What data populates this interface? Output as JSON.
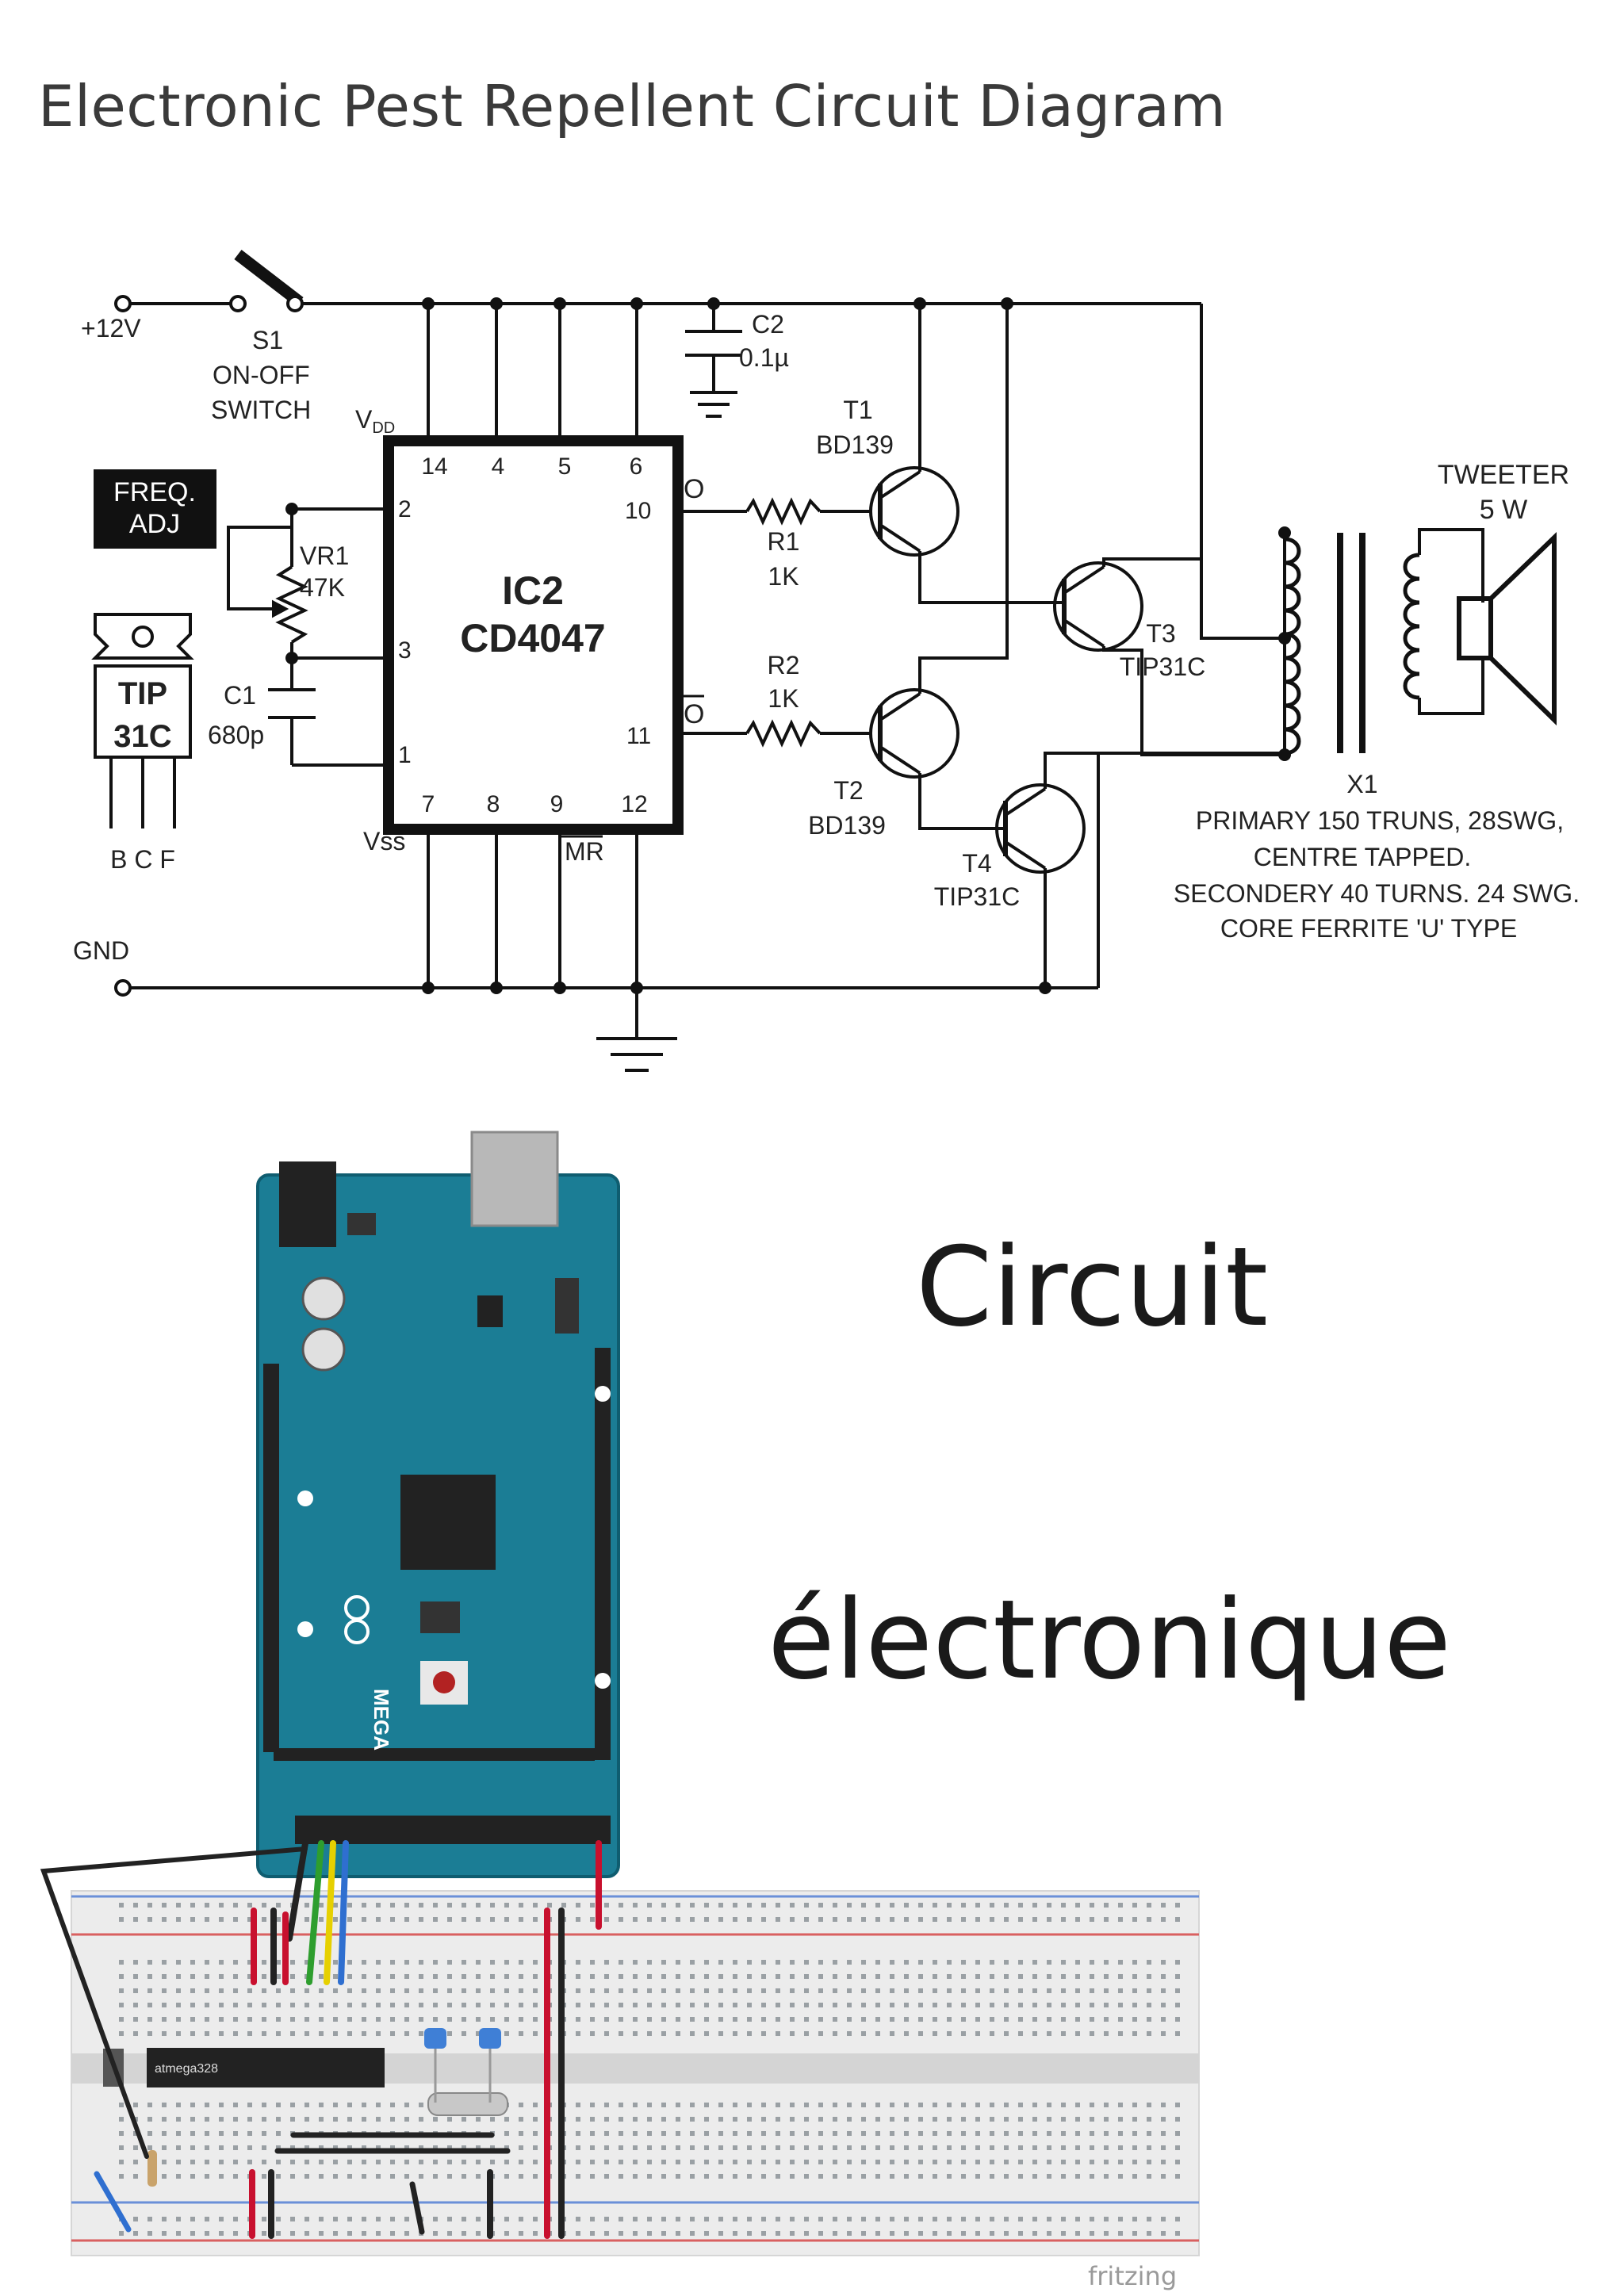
{
  "page": {
    "title": "Electronic Pest Repellent Circuit Diagram"
  },
  "schematic": {
    "supply": "+12V",
    "ground": "GND",
    "switch": {
      "ref": "S1",
      "line1": "ON-OFF",
      "line2": "SWITCH"
    },
    "freq_adj": {
      "line1": "FREQ.",
      "line2": "ADJ"
    },
    "vr1": {
      "ref": "VR1",
      "value": "47K"
    },
    "c1": {
      "ref": "C1",
      "value": "680p"
    },
    "c2": {
      "ref": "C2",
      "value": "0.1µ"
    },
    "tip_package": {
      "line1": "TIP",
      "line2": "31C",
      "pins": "B C F"
    },
    "ic": {
      "ref": "IC2",
      "part": "CD4047",
      "vdd": "V",
      "vdd_sub": "DD",
      "vss": "Vss",
      "mr": "MR",
      "pins_top": [
        "14",
        "4",
        "5",
        "6"
      ],
      "pins_bottom": [
        "7",
        "8",
        "9",
        "12"
      ],
      "pin2": "2",
      "pin3": "3",
      "pin1": "1",
      "pin10": "10",
      "pin11": "11",
      "out_q": "O",
      "out_qbar": "O"
    },
    "r1": {
      "ref": "R1",
      "value": "1K"
    },
    "r2": {
      "ref": "R2",
      "value": "1K"
    },
    "t1": {
      "ref": "T1",
      "part": "BD139"
    },
    "t2": {
      "ref": "T2",
      "part": "BD139"
    },
    "t3": {
      "ref": "T3",
      "part": "TIP31C"
    },
    "t4": {
      "ref": "T4",
      "part": "TIP31C"
    },
    "tweeter": {
      "line1": "TWEETER",
      "line2": "5 W"
    },
    "x1": {
      "ref": "X1",
      "notes": [
        "PRIMARY 150 TRUNS, 28SWG,",
        "CENTRE TAPPED.",
        "SECONDERY 40 TURNS. 24 SWG.",
        "CORE  FERRITE 'U' TYPE"
      ]
    }
  },
  "caption": {
    "line1": "Circuit",
    "line2": "électronique"
  },
  "board": {
    "chip_label": "atmega328",
    "logo": "MEGA",
    "credit": "fritzing"
  },
  "colors": {
    "board_blue": "#1b7d95",
    "wire_red": "#c8102e",
    "wire_green": "#2e9e2e",
    "wire_yellow": "#e6d000",
    "wire_blue": "#2f6fd0",
    "rail_red": "#d96060",
    "rail_blue": "#6a8fd8"
  }
}
